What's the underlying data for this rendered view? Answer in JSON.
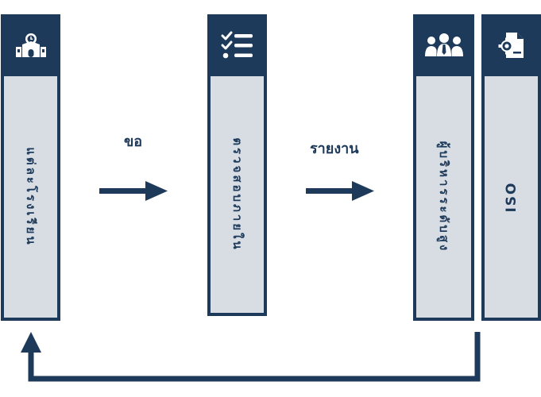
{
  "columns": [
    {
      "id": "school-representative",
      "icon": "school-icon",
      "label": "แต่ละโรงเรียน"
    },
    {
      "id": "audit",
      "icon": "checklist-icon",
      "label": "ตรวจสอบภายใน"
    },
    {
      "id": "top-management",
      "icon": "group-icon",
      "label": "ผู้บริหารระดับสูง"
    },
    {
      "id": "iso",
      "icon": "certificate-gear-icon",
      "label": "ISO"
    }
  ],
  "connectors": {
    "request_label": "ขอ",
    "report_label": "รายงาน"
  },
  "colors": {
    "navy": "#1e3a5a",
    "panel": "#d8dde4",
    "background": "#ffffff"
  }
}
